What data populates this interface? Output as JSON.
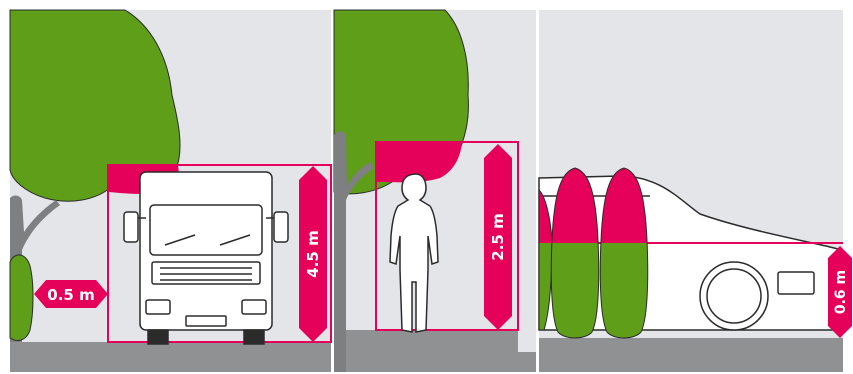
{
  "panels": [
    {
      "id": "truck",
      "labels": {
        "side_clearance": "0.5 m",
        "height_clearance": "4.5 m"
      }
    },
    {
      "id": "pedestrian",
      "labels": {
        "height_clearance": "2.5 m"
      }
    },
    {
      "id": "car",
      "labels": {
        "height_limit": "0.6 m"
      }
    }
  ],
  "colors": {
    "background": "#e3e5e8",
    "ground": "#8f9193",
    "foliage": "#5f9e18",
    "trunk": "#7d7f81",
    "accent": "#e5005a",
    "outline": "#2b2b2b",
    "white": "#ffffff"
  }
}
